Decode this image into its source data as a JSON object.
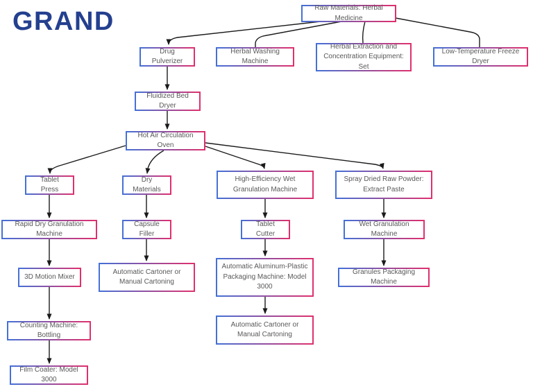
{
  "logo": {
    "text": "GRAND"
  },
  "colors": {
    "logo": "#24408f",
    "node_border_left": "#4470d6",
    "node_border_right": "#df2f6d",
    "node_text": "#58585a",
    "connector": "#1a1a1a",
    "background": "#ffffff"
  },
  "diagram": {
    "type": "flowchart",
    "nodes": [
      {
        "id": "raw-materials",
        "label": "Raw Materials: Herbal Medicine"
      },
      {
        "id": "drug-pulverizer",
        "label": "Drug Pulverizer"
      },
      {
        "id": "herbal-washing-machine",
        "label": "Herbal Washing Machine"
      },
      {
        "id": "herbal-extraction-concentration",
        "label": "Herbal Extraction and Concentration Equipment: Set"
      },
      {
        "id": "low-temperature-freeze-dryer",
        "label": "Low-Temperature Freeze Dryer"
      },
      {
        "id": "fluidized-bed-dryer",
        "label": "Fluidized Bed Dryer"
      },
      {
        "id": "hot-air-circulation-oven",
        "label": "Hot Air Circulation Oven"
      },
      {
        "id": "tablet-press",
        "label": "Tablet Press"
      },
      {
        "id": "dry-materials",
        "label": "Dry Materials"
      },
      {
        "id": "high-efficiency-wet-granulation-machine",
        "label": "High-Efficiency Wet Granulation Machine"
      },
      {
        "id": "spray-dried-raw-powder",
        "label": "Spray Dried Raw Powder: Extract Paste"
      },
      {
        "id": "rapid-dry-granulation-machine",
        "label": "Rapid Dry Granulation Machine"
      },
      {
        "id": "capsule-filler",
        "label": "Capsule Filler"
      },
      {
        "id": "tablet-cutter",
        "label": "Tablet Cutter"
      },
      {
        "id": "wet-granulation-machine",
        "label": "Wet Granulation Machine"
      },
      {
        "id": "motion-mixer-3d",
        "label": "3D Motion Mixer"
      },
      {
        "id": "automatic-cartoner-capsule",
        "label": "Automatic Cartoner or Manual Cartoning"
      },
      {
        "id": "aluminum-plastic-packaging-machine",
        "label": "Automatic Aluminum-Plastic Packaging Machine: Model 3000"
      },
      {
        "id": "granules-packaging-machine",
        "label": "Granules Packaging Machine"
      },
      {
        "id": "counting-machine-bottling",
        "label": "Counting Machine: Bottling"
      },
      {
        "id": "automatic-cartoner-tablet",
        "label": "Automatic Cartoner or Manual Cartoning"
      },
      {
        "id": "film-coater",
        "label": "Film Coater: Model 3000"
      }
    ],
    "edges": [
      "raw-materials -> drug-pulverizer",
      "raw-materials -> herbal-washing-machine",
      "raw-materials -> herbal-extraction-concentration",
      "raw-materials -> low-temperature-freeze-dryer",
      "drug-pulverizer -> fluidized-bed-dryer",
      "fluidized-bed-dryer -> hot-air-circulation-oven",
      "hot-air-circulation-oven -> tablet-press",
      "hot-air-circulation-oven -> dry-materials",
      "hot-air-circulation-oven -> high-efficiency-wet-granulation-machine",
      "hot-air-circulation-oven -> spray-dried-raw-powder",
      "tablet-press -> rapid-dry-granulation-machine",
      "rapid-dry-granulation-machine -> motion-mixer-3d",
      "motion-mixer-3d -> counting-machine-bottling",
      "counting-machine-bottling -> film-coater",
      "dry-materials -> capsule-filler",
      "capsule-filler -> automatic-cartoner-capsule",
      "high-efficiency-wet-granulation-machine -> tablet-cutter",
      "tablet-cutter -> aluminum-plastic-packaging-machine",
      "aluminum-plastic-packaging-machine -> automatic-cartoner-tablet",
      "spray-dried-raw-powder -> wet-granulation-machine",
      "wet-granulation-machine -> granules-packaging-machine"
    ]
  }
}
